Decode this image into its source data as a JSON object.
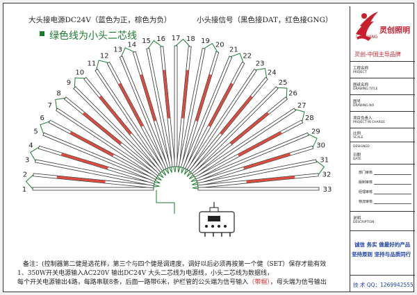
{
  "header": {
    "power_label": "大头接电源DC24V（蓝色为正，棕色为负）",
    "signal_label": "小头接信号（黑色接DAT，红色接GNG）",
    "green_wire_note": "绿色线为小头二芯线"
  },
  "diagram": {
    "tube_count": 33,
    "tube_labels": [
      "1",
      "2",
      "3",
      "4",
      "5",
      "6",
      "7",
      "8",
      "9",
      "10",
      "11",
      "12",
      "13",
      "14",
      "15",
      "16",
      "17",
      "18",
      "19",
      "20",
      "21",
      "22",
      "23",
      "24",
      "25",
      "26",
      "27",
      "28",
      "29",
      "30",
      "31",
      "32",
      "33"
    ],
    "colors": {
      "tube_outline": "#333333",
      "tube_red_segment": "#e04a3c",
      "green_wire": "#1a7a2e",
      "border": "#333333"
    },
    "controller_icon": "led-controller-icon"
  },
  "notes": {
    "line1": "备注：(控制器第二健是选花样，第三个与四个健是调速度，调好以后必须再按第一个健（SET）保存才能有效",
    "line2": "1、350W开关电源输入AC220V      输出DC24V      大头二芯线为电源线，小头二芯线为数据线，",
    "line3_a": "每个开关电源输出4路，每路串联8条，后面一路带6米，护栏管的公头端为信号输入",
    "line3_red": "（带帽）",
    "line3_b": "，母头端为信号输出"
  },
  "title_block": {
    "company_cn": "灵创照明",
    "company_en": "L·CHUANG",
    "slogan": "灵创-中国主导品牌",
    "fields": [
      {
        "cn": "工程名称",
        "en": "PROJECT"
      },
      {
        "cn": "图纸名称",
        "en": "DRAWING TITLE"
      },
      {
        "cn": "图号",
        "en": "DRAWING NO"
      },
      {
        "cn": "项目负责人",
        "en": "PROJECT IN CHARGE"
      },
      {
        "cn": "比例",
        "en": "SCALE"
      }
    ],
    "designed_en": "DESIGNED",
    "date_cn": "日期",
    "date_en": "DATE",
    "signatures": [
      "部门审核",
      "版制审核",
      "经理审核",
      "物流审核"
    ],
    "remark_cn": "说明",
    "remark_en": "DESCRIPTION",
    "motto_1": "诚信  务实  做最好的产品",
    "motto_2": "坚持原则  坚持与品质同行",
    "phone": "技 术 QQ：1269942555"
  }
}
